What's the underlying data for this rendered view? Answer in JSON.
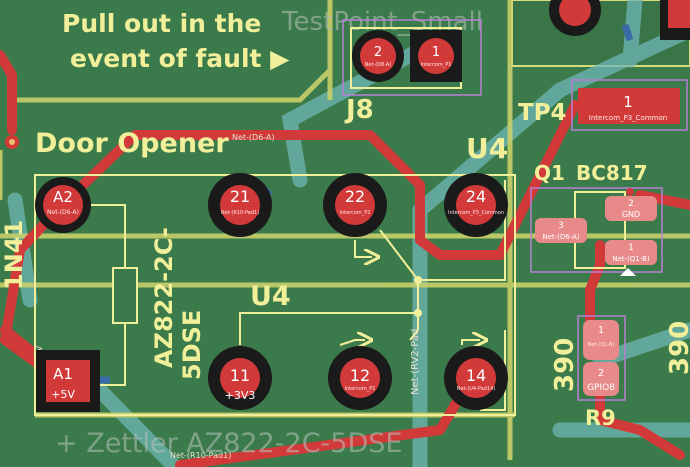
{
  "board": {
    "colors": {
      "copper_fill": "#3b7a4a",
      "board_dark": "#2a4030",
      "trace_red": "#d23a3a",
      "silk_yellow": "#f1ef9a",
      "track_cyan": "#6fb7b6",
      "outline_yellow": "#d8d97a",
      "pad_pink": "#e98a8a",
      "selection_purple": "#b87fd6"
    }
  },
  "labels": {
    "fault_line1": "Pull out in the",
    "fault_line2": "event of fault ▶",
    "testpoint_ghost": "TestPoint_Small",
    "door_opener": "Door Opener",
    "j8": "J8",
    "tp4": "TP4",
    "u4_top": "U4",
    "u4_mid": "U4",
    "q1": "Q1",
    "bc817": "BC817",
    "az822_1": "AZ822-2C-",
    "az822_2": "5DSE",
    "zettler": "+ Zettler AZ822-2C-5DSE",
    "r9": "R9",
    "r9_value_left": "390",
    "r9_value_right": "390",
    "net_rv2": "Net-(RV2-Pad",
    "net_d6": "Net-(D6-A)",
    "net_r10": "Net-(R10-Pad1)",
    "left_partial": "1N41",
    "plus5v": "+5V"
  },
  "pads": {
    "j8_2": "2",
    "j8_2_net": "Net-(D8-A)",
    "j8_1": "1",
    "j8_1_net": "Intercom_P1",
    "tp4_1": "1",
    "tp4_1_net": "Intercom_P3_Common",
    "a2": "A2",
    "a2_net": "Net-(D6-A)",
    "p21": "21",
    "p21_net": "Net-(R10-Pad1)",
    "p22": "22",
    "p22_net": "Intercom_P2",
    "p24": "24",
    "p24_net": "Intercom_P3_Common",
    "a1": "A1",
    "a1_net": "+5V",
    "p11": "11",
    "p11_net": "+3V3",
    "p12": "12",
    "p12_net": "Intercom_P1",
    "p14": "14",
    "p14_net": "Net-(U4-Pad14)",
    "q1_2": "2",
    "q1_2_net": "GND",
    "q1_3": "3",
    "q1_3_net": "Net-(D6-A)",
    "q1_1": "1",
    "q1_1_net": "Net-(Q1-B)",
    "r9_1": "1",
    "r9_1_net": "Net-(Q1-B)",
    "r9_2": "2",
    "r9_2_net": "GPIO8"
  }
}
